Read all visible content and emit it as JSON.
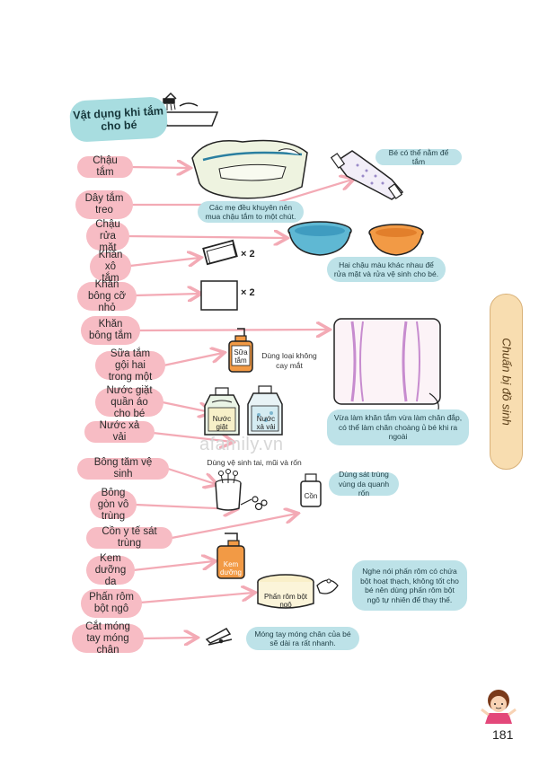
{
  "title": "Vật dụng khi tắm cho bé",
  "sidebar_title": "Chuẩn bị đồ sinh",
  "page_number": "181",
  "watermark": "afamily.vn",
  "items": [
    {
      "label": "Chậu tắm"
    },
    {
      "label": "Dây tắm treo"
    },
    {
      "label": "Chậu rửa mặt"
    },
    {
      "label": "Khăn xô tắm"
    },
    {
      "label": "Khăn bông cỡ nhỏ"
    },
    {
      "label": "Khăn bông tắm"
    },
    {
      "label": "Sữa tắm gội hai trong một"
    },
    {
      "label": "Nước giặt quần áo cho bé"
    },
    {
      "label": "Nước xả vải"
    },
    {
      "label": "Bông tăm vệ sinh"
    },
    {
      "label": "Bông gòn vô trùng"
    },
    {
      "label": "Cồn y tế sát trùng"
    },
    {
      "label": "Kem dưỡng da"
    },
    {
      "label": "Phấn rôm bột ngô"
    },
    {
      "label": "Cắt móng tay móng chân"
    }
  ],
  "notes": {
    "hammock": "Bé có thể nằm để tắm",
    "tub": "Các mẹ đều khuyên nên mua chậu tắm to một chút.",
    "basins": "Hai chậu màu khác nhau để rửa mặt và rửa vệ sinh cho bé.",
    "shampoo": "Dùng loại không cay mắt",
    "towel": "Vừa làm khăn tắm vừa làm chăn đắp, có thể làm chăn choàng ủ bé khi ra ngoài",
    "swab": "Dùng vệ sinh tai, mũi và rốn",
    "alcohol": "Dùng sát trùng vùng da quanh rốn",
    "powder": "Nghe nói phấn rôm có chứa bột hoạt thạch, không tốt cho bé nên dùng phấn rôm bột ngô tự nhiên để thay thế.",
    "nails": "Móng tay móng chân của bé sẽ dài ra rất nhanh."
  },
  "quantities": {
    "small_towel": "× 2",
    "washcloth": "× 2"
  },
  "product_labels": {
    "shampoo": "Sữa tắm",
    "detergent": "Nước giặt",
    "softener": "Nước xả vải",
    "alcohol": "Cồn",
    "cream": "Kem dưỡng",
    "powder": "Phấn rôm bột ngô"
  }
}
